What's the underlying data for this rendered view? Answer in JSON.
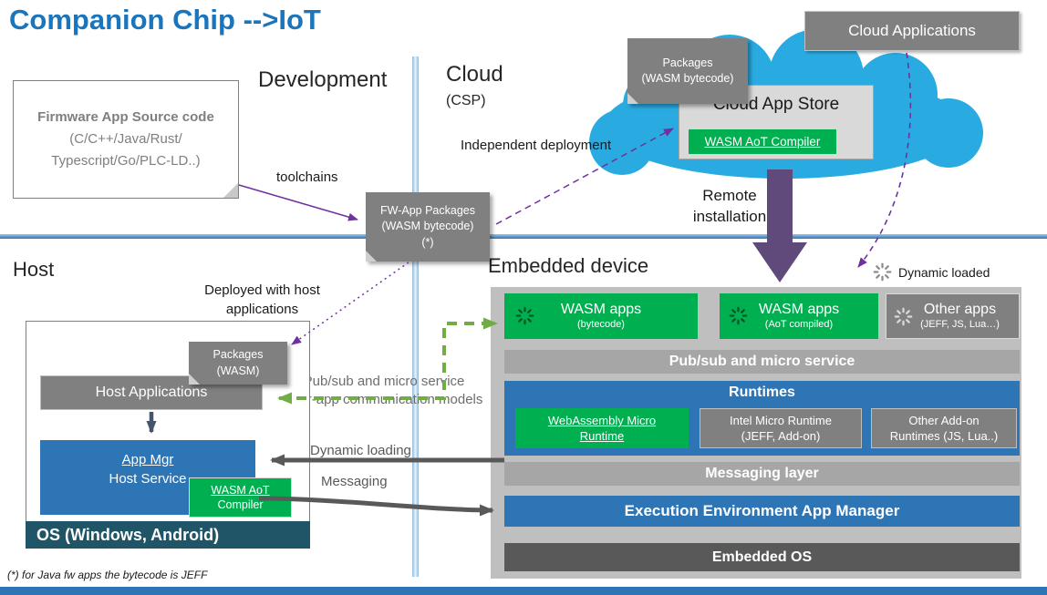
{
  "title": "Companion Chip -->IoT",
  "colors": {
    "title_blue": "#1B75BC",
    "cloud_blue": "#29ABE2",
    "green": "#00B050",
    "gray_box": "#808080",
    "bar_blue": "#2E75B6",
    "dark_teal": "#1F5566",
    "dark_gray": "#595959",
    "purple": "#7030A0",
    "arrow_green": "#70AD47",
    "remote_purple": "#604A7B"
  },
  "zones": {
    "development": "Development",
    "cloud": "Cloud",
    "cloud_sub": "(CSP)",
    "host": "Host",
    "embedded": "Embedded device"
  },
  "annotations": {
    "toolchains": "toolchains",
    "independent_deployment": "Independent deployment",
    "remote_1": "Remote",
    "remote_2": "installation",
    "deployed_1": "Deployed with host",
    "deployed_2": "applications",
    "pubsub_models_1": "Pub/sub and micro service",
    "pubsub_models_2": "inter-app communication models",
    "dynamic_loading": "Dynamic loading",
    "messaging": "Messaging",
    "dynamic_loaded": "Dynamic loaded",
    "footnote": "(*) for Java fw apps the bytecode is JEFF"
  },
  "dev": {
    "firmware_title": "Firmware App Source code",
    "firmware_line2": "(C/C++/Java/Rust/",
    "firmware_line3": "Typescript/Go/PLC-LD..)",
    "fw_pkg_1": "FW-App Packages",
    "fw_pkg_2": "(WASM bytecode)",
    "fw_pkg_3": "(*)"
  },
  "cloud": {
    "applications": "Cloud Applications",
    "store_title": "Cloud App Store",
    "store_compiler": "WASM AoT Compiler",
    "pkg_1": "Packages",
    "pkg_2": "(WASM bytecode)"
  },
  "host": {
    "pkg_1": "Packages",
    "pkg_2": "(WASM)",
    "applications": "Host Applications",
    "appmgr_1": "App Mgr",
    "appmgr_2": "Host Service",
    "compiler_1": "WASM AoT",
    "compiler_2": "Compiler",
    "os": "OS (Windows, Android)"
  },
  "embedded": {
    "apps": [
      {
        "title": "WASM apps",
        "subtitle": "(bytecode)"
      },
      {
        "title": "WASM apps",
        "subtitle": "(AoT compiled)"
      },
      {
        "title": "Other apps",
        "subtitle": "(JEFF, JS, Lua…)"
      }
    ],
    "pubsub_bar": "Pub/sub and micro service",
    "runtimes_title": "Runtimes",
    "runtimes": [
      {
        "l1": "WebAssembly Micro",
        "l2": "Runtime"
      },
      {
        "l1": "Intel Micro Runtime",
        "l2": "(JEFF, Add-on)"
      },
      {
        "l1": "Other Add-on",
        "l2": "Runtimes (JS, Lua..)"
      }
    ],
    "messaging_bar": "Messaging layer",
    "execution_bar": "Execution Environment App Manager",
    "os_bar": "Embedded OS"
  }
}
